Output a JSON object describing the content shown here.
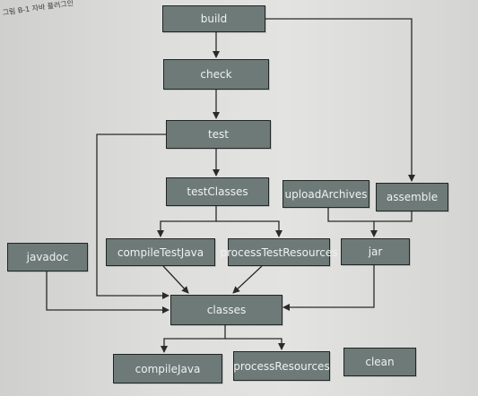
{
  "caption": "그림 B-1 자바 플러그인",
  "colors": {
    "node_fill": "#6e7a78",
    "node_border": "#202624",
    "node_text": "#eef2f1",
    "edge": "#2a2a2a"
  },
  "nodes": {
    "build": "build",
    "check": "check",
    "test": "test",
    "testClasses": "testClasses",
    "uploadArchives": "uploadArchives",
    "assemble": "assemble",
    "javadoc": "javadoc",
    "compileTestJava": "compileTestJava",
    "processTestResources": "processTestResources",
    "jar": "jar",
    "classes": "classes",
    "compileJava": "compileJava",
    "processResources": "processResources",
    "clean": "clean"
  }
}
